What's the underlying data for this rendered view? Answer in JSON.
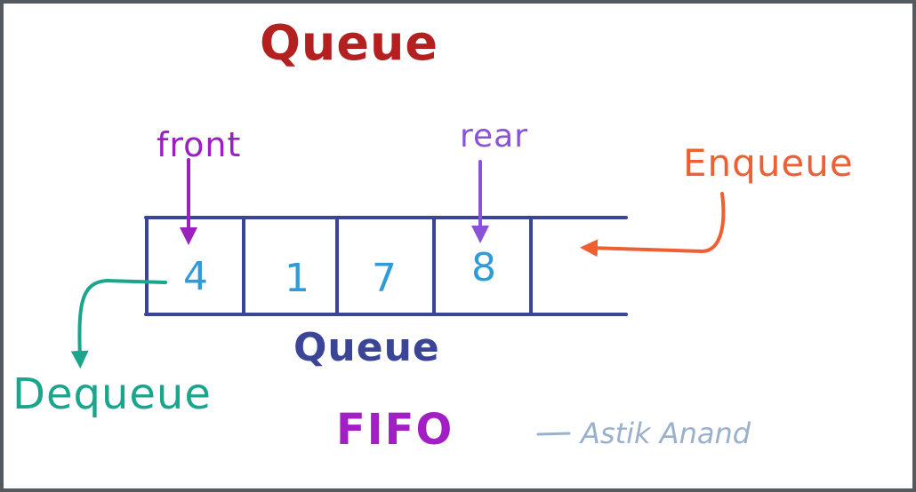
{
  "title": "Queue",
  "labels": {
    "front": "front",
    "rear": "rear",
    "enqueue": "Enqueue",
    "dequeue": "Dequeue",
    "caption": "Queue",
    "principle": "FIFO",
    "author": "Astik Anand"
  },
  "queue": {
    "cells": [
      "4",
      "1",
      "7",
      "8",
      ""
    ],
    "front_index": 0,
    "rear_index": 3
  },
  "colors": {
    "title": "#b3201f",
    "box": "#3b4597",
    "values": "#2f9bd8",
    "front": "#9b1fc1",
    "rear": "#8a52d8",
    "enqueue": "#ee6033",
    "dequeue": "#1aa58c",
    "fifo": "#a21fc5",
    "author": "#9ab0cc",
    "frame": "#555a5e"
  }
}
